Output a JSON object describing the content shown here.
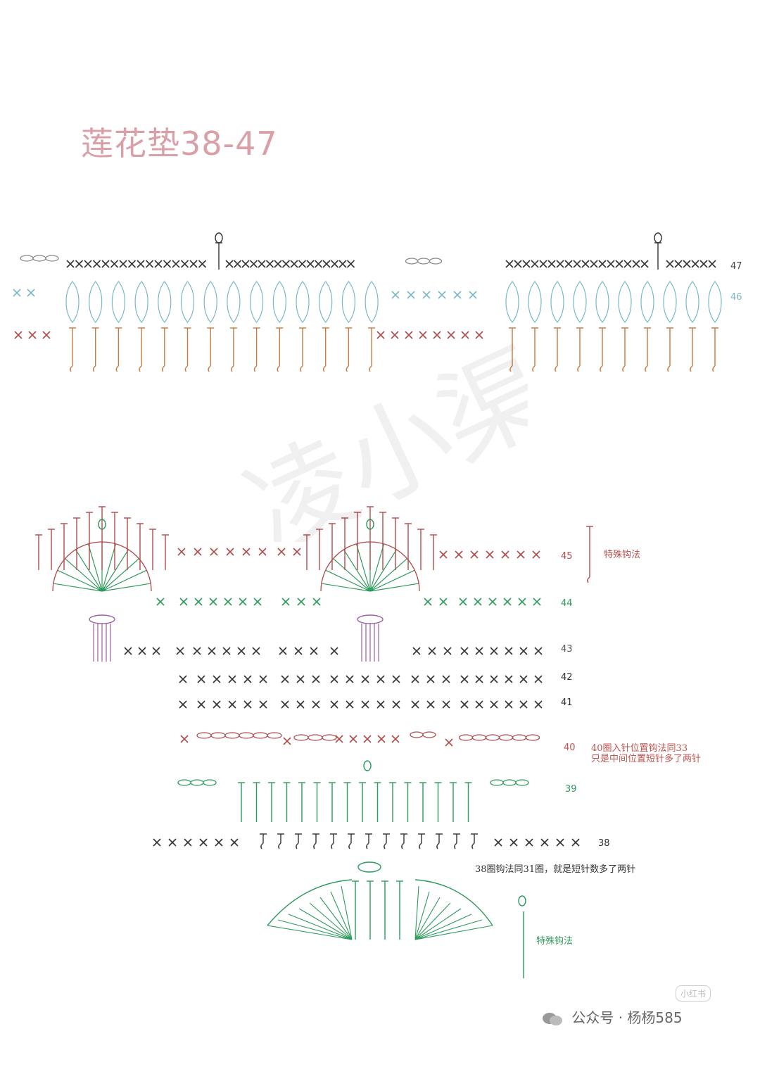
{
  "title": "莲花垫38-47",
  "rows": [
    {
      "id": "47",
      "label": "47",
      "color": "#444444"
    },
    {
      "id": "46",
      "label": "46",
      "color": "#7ab8c8"
    },
    {
      "id": "45",
      "label": "45",
      "color": "#b34a4a"
    },
    {
      "id": "44",
      "label": "44",
      "color": "#2e9a5c"
    },
    {
      "id": "43",
      "label": "43",
      "color": "#555555"
    },
    {
      "id": "42",
      "label": "42",
      "color": "#333333"
    },
    {
      "id": "41",
      "label": "41",
      "color": "#333333"
    },
    {
      "id": "40",
      "label": "40",
      "color": "#c0524f"
    },
    {
      "id": "39",
      "label": "39",
      "color": "#2e9a5c"
    },
    {
      "id": "38",
      "label": "38",
      "color": "#333333"
    }
  ],
  "notes": {
    "special_top": "特殊钩法",
    "row40_line1": "40圈入针位置钩法同33",
    "row40_line2": "只是中间位置短针多了两针",
    "row38": "38圈钩法同31圈，就是短针数多了两针",
    "special_bottom": "特殊钩法"
  },
  "watermark": "凌小渠",
  "badge": "小红书",
  "footer": "公众号 · 杨杨585",
  "icons": [
    "wechat-icon"
  ],
  "colors": {
    "title": "#d9a0a8",
    "dark": "#333333",
    "teal": "#7ab8c8",
    "red": "#b34a4a",
    "green": "#2e9a5c",
    "purple": "#9b5fa0",
    "orange": "#c87a40"
  }
}
